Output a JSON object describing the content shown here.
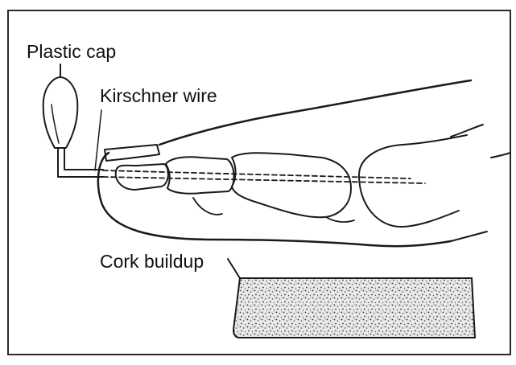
{
  "labels": {
    "plastic_cap": "Plastic cap",
    "kirschner_wire": "Kirschner wire",
    "cork_buildup": "Cork buildup"
  },
  "colors": {
    "ink": "#1a1a1a",
    "background": "#ffffff",
    "frame": "#2a2a2a"
  }
}
